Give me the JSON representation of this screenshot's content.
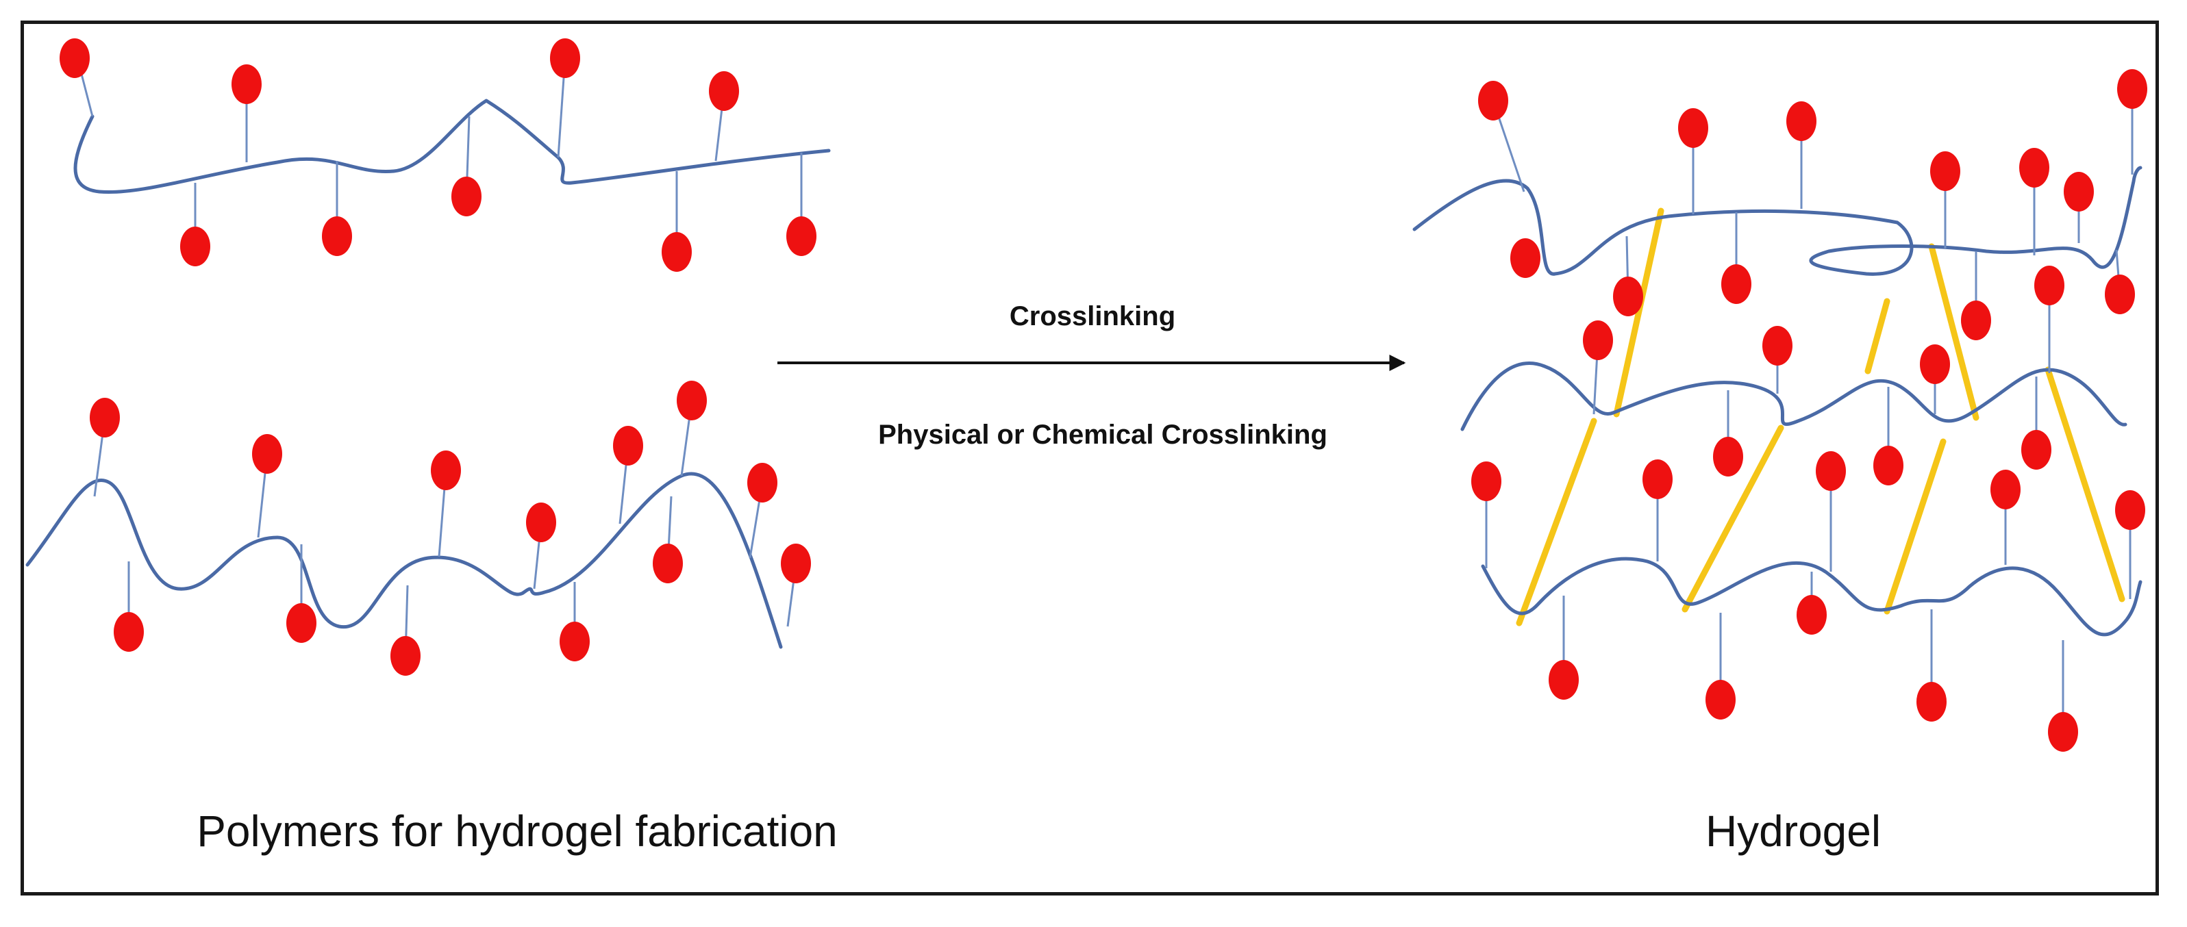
{
  "arrow": {
    "top_label": "Crosslinking",
    "bottom_label": "Physical or Chemical Crosslinking"
  },
  "captions": {
    "left": "Polymers for hydrogel fabrication",
    "right": "Hydrogel"
  },
  "colors": {
    "frame": "#1a1a1a",
    "polymer_chain": "#4a6aa6",
    "side_group_stem": "#6f8ec2",
    "side_group_bead": "#ee1111",
    "crosslink": "#f5c518",
    "arrow": "#111111"
  }
}
